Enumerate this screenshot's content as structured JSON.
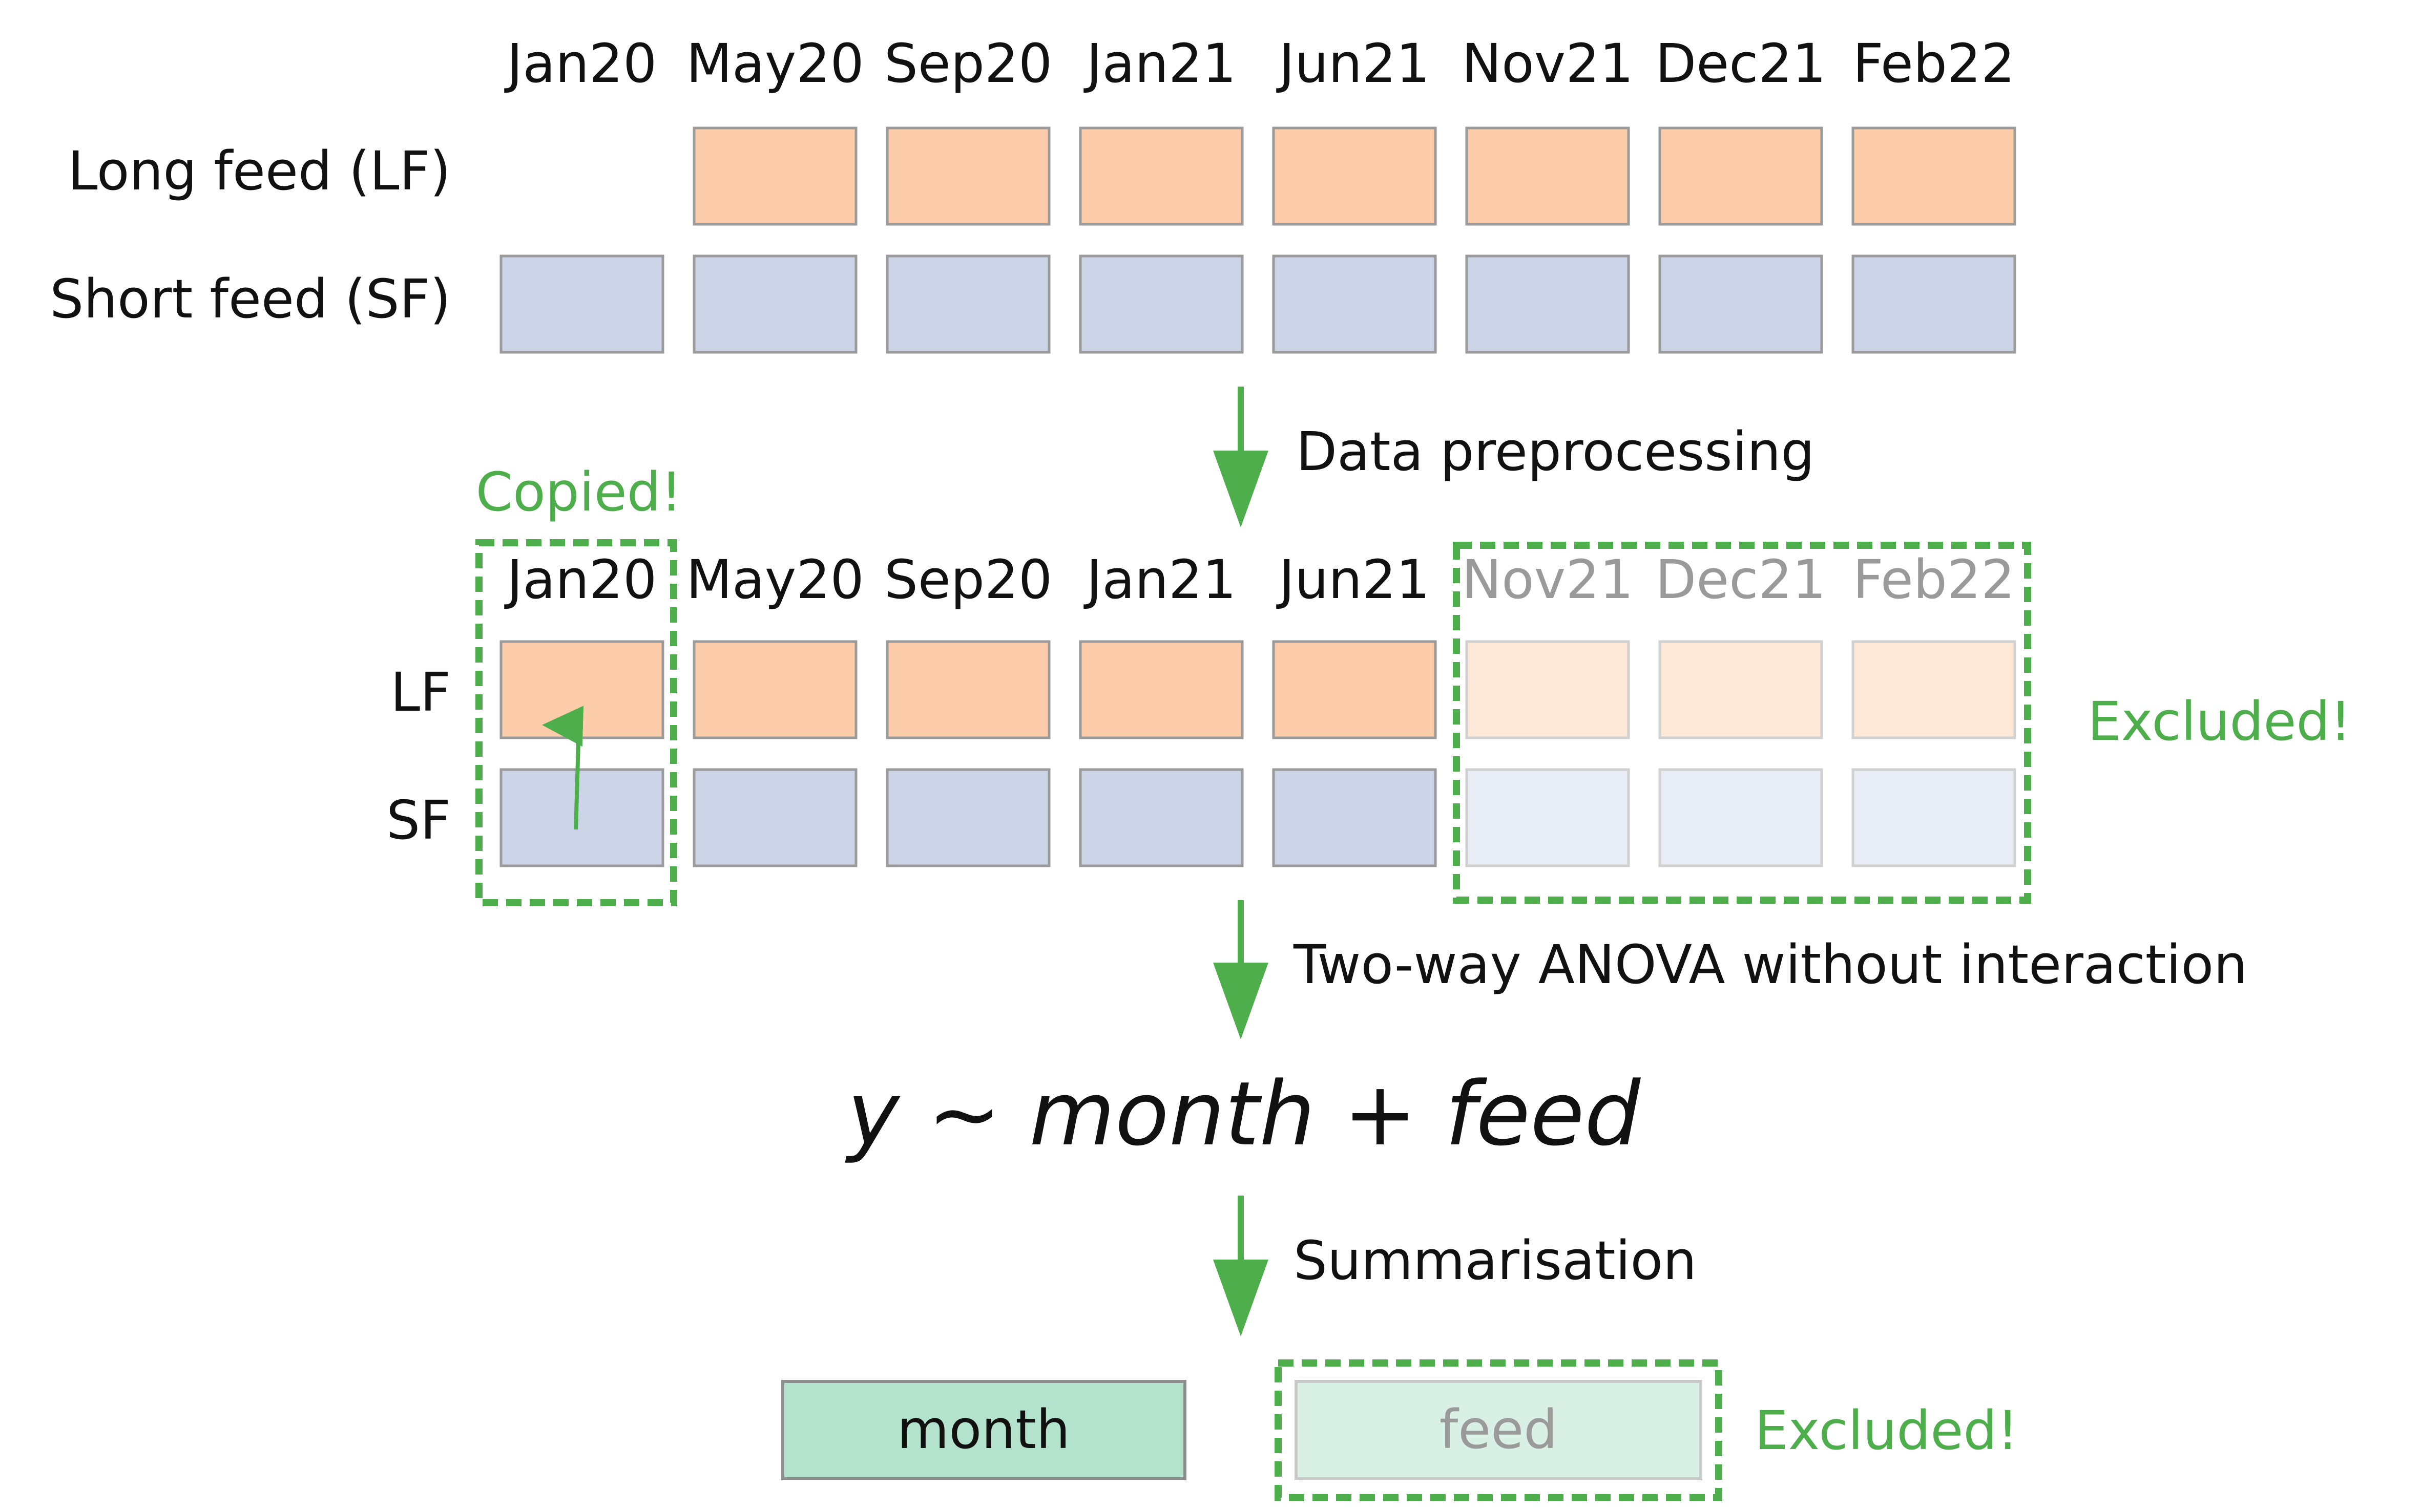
{
  "colors": {
    "lf_fill": "#fdcdab",
    "sf_fill": "#cbd5e7",
    "cell_stroke": "#9a9a9a",
    "accent_green": "#4eae4b",
    "month_fill": "#b3e2cd",
    "text": "#111111",
    "muted_text": "#9a9a9a"
  },
  "section1": {
    "months": [
      "Jan20",
      "May20",
      "Sep20",
      "Jan21",
      "Jun21",
      "Nov21",
      "Dec21",
      "Feb22"
    ],
    "lf_label": "Long feed (LF)",
    "sf_label": "Short feed (SF)",
    "lf_present": [
      false,
      true,
      true,
      true,
      true,
      true,
      true,
      true
    ],
    "sf_present": [
      true,
      true,
      true,
      true,
      true,
      true,
      true,
      true
    ]
  },
  "step1": {
    "label": "Data preprocessing"
  },
  "section2": {
    "months": [
      "Jan20",
      "May20",
      "Sep20",
      "Jan21",
      "Jun21",
      "Nov21",
      "Dec21",
      "Feb22"
    ],
    "lf_label": "LF",
    "sf_label": "SF",
    "excluded_months": [
      false,
      false,
      false,
      false,
      false,
      true,
      true,
      true
    ],
    "copied_label": "Copied!",
    "excluded_label": "Excluded!"
  },
  "step2": {
    "label": "Two-way ANOVA without interaction"
  },
  "formula": "y ~ month + feed",
  "step3": {
    "label": "Summarisation"
  },
  "summary": {
    "month_label": "month",
    "feed_label": "feed",
    "excluded_label": "Excluded!"
  }
}
